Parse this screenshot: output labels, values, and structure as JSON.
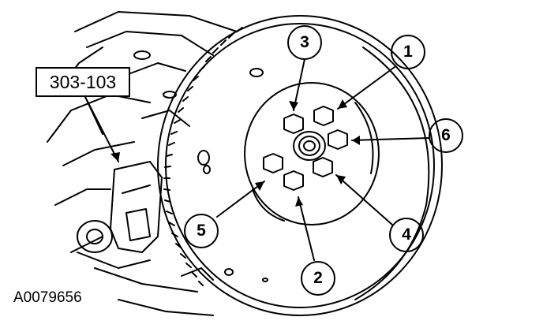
{
  "figure": {
    "tool_label": "303-103",
    "figure_id": "A0079656",
    "callouts": [
      {
        "id": "1",
        "label": "1"
      },
      {
        "id": "2",
        "label": "2"
      },
      {
        "id": "3",
        "label": "3"
      },
      {
        "id": "4",
        "label": "4"
      },
      {
        "id": "5",
        "label": "5"
      },
      {
        "id": "6",
        "label": "6"
      }
    ]
  }
}
